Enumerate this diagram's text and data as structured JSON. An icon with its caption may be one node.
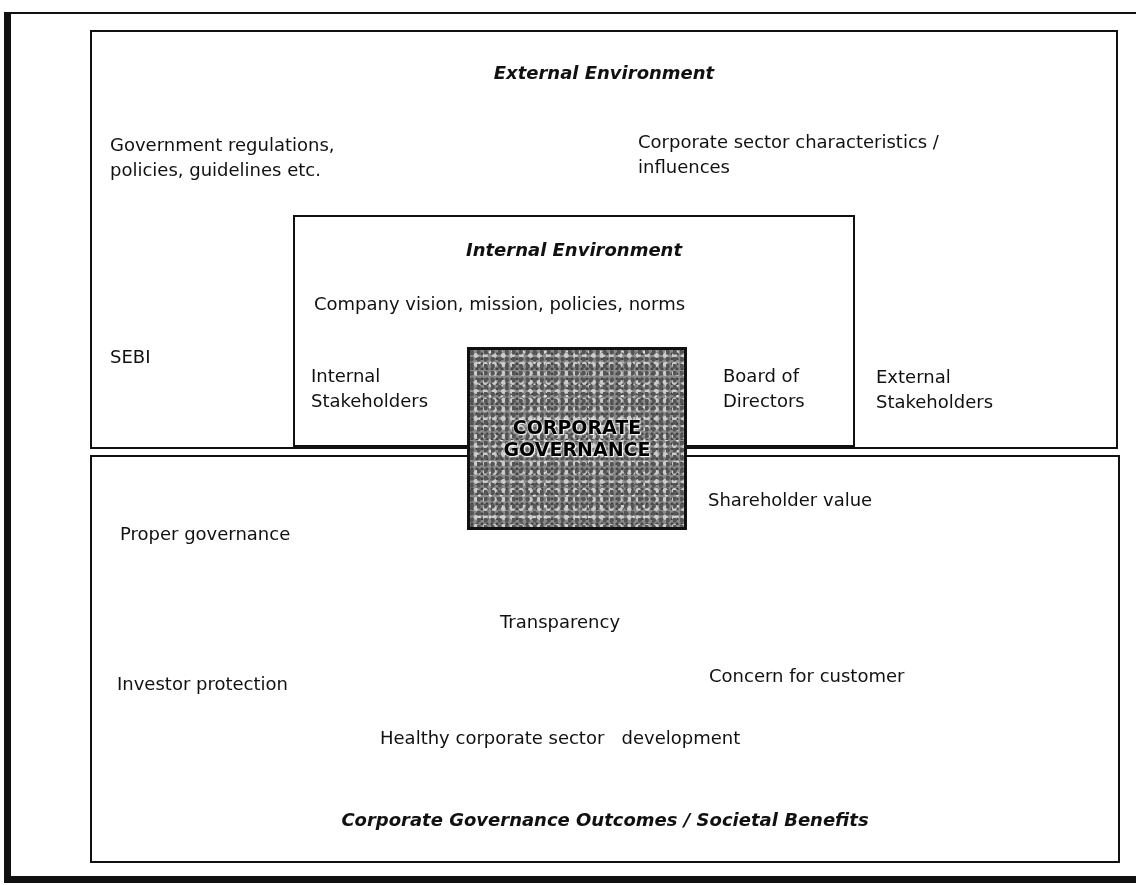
{
  "diagram": {
    "nodes": [
      {
        "text": [
          "External Environment",
          "Government regulations, policies, guidelines etc.",
          "Corporate sector characteristics / influences",
          "SEBI",
          "External Stakeholders"
        ]
      },
      {
        "text": [
          "Internal Environment",
          "Company vision, mission, policies, norms",
          "Internal Stakeholders",
          "Board of Directors"
        ],
        "in": 0
      },
      {
        "text": [
          "Proper governance",
          "Shareholder value",
          "Transparency",
          "Investor protection",
          "Concern for customer",
          "Healthy corporate sector   development",
          "Corporate Governance Outcomes / Societal Benefits"
        ]
      },
      {
        "text": [
          "CORPORATE GOVERNANCE"
        ]
      }
    ]
  }
}
